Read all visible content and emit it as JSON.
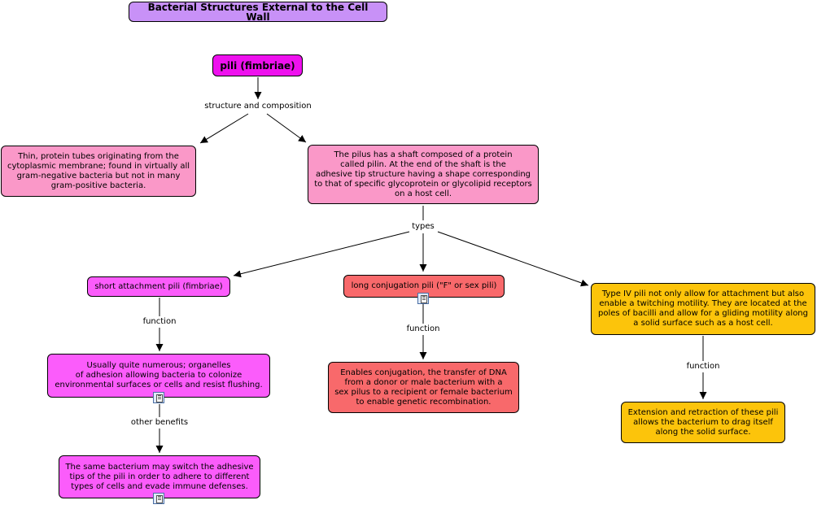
{
  "title": "Bacterial Structures External to the Cell Wall",
  "nodes": {
    "pili": "pili (fimbriae)",
    "tubes": "Thin, protein tubes originating from the\ncytoplasmic membrane; found in virtually all\ngram-negative bacteria but not in many\ngram-positive bacteria.",
    "shaft": "The pilus has a shaft composed of a protein\ncalled pilin. At the end of the shaft is the\nadhesive tip structure having a shape corresponding\nto that of specific glycoprotein or glycolipid receptors\non a host cell.",
    "short": "short attachment pili (fimbriae)",
    "long": "long conjugation pili (\"F\" or sex pili)",
    "type4": "Type IV pili not only allow for attachment but also\nenable a twitching motility. They are located at the\npoles of bacilli and allow for a gliding motility along\na solid surface such as a host cell.",
    "numerous": "Usually quite numerous; organelles\nof adhesion allowing bacteria to colonize\nenvironmental surfaces or cells and resist flushing.",
    "conjugation": "Enables conjugation, the transfer of DNA\nfrom a donor or male bacterium with a\nsex pilus to a recipient or female bacterium\nto enable genetic recombination.",
    "extension": "Extension and retraction of these pili\nallows the bacterium to drag itself\nalong the solid surface.",
    "switch": "The same bacterium may switch the adhesive\ntips of the pili in order to adhere to different\ntypes of cells and evade immune defenses."
  },
  "links": {
    "structure": "structure and composition",
    "types": "types",
    "function_short": "function",
    "function_long": "function",
    "function_type4": "function",
    "other_benefits": "other benefits"
  },
  "icons": [
    "document-icon",
    "document-icon",
    "document-icon"
  ],
  "colors": {
    "title": "#c891f7",
    "pili": "#ee11ee",
    "pink": "#fa98c8",
    "magenta": "#fb5cfb",
    "salmon": "#f8696b",
    "gold": "#fcc40b"
  }
}
